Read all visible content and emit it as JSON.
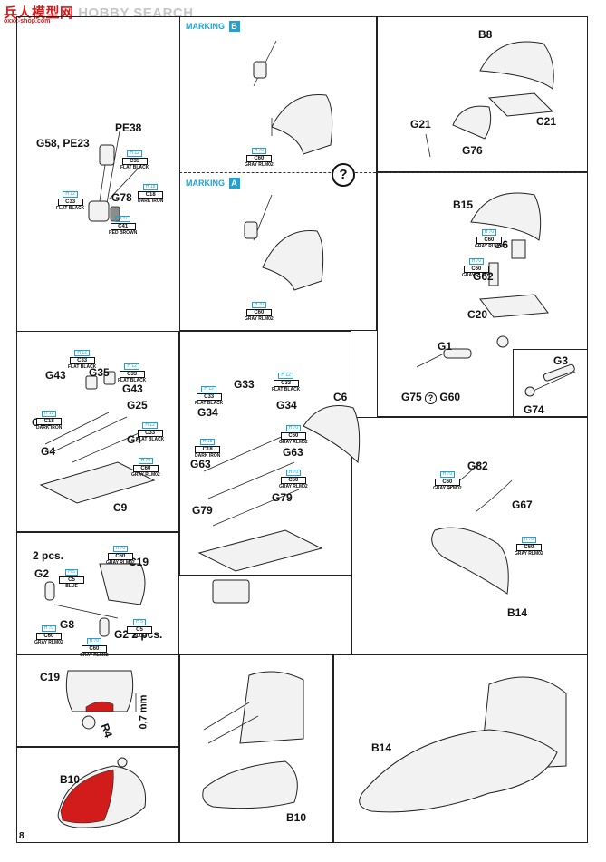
{
  "watermark": {
    "brand_cn": "兵人模型网",
    "brand_en": "HOBBY SEARCH",
    "url": "oxxx-shop.com"
  },
  "page_number": "8",
  "markings": {
    "b": "B",
    "a": "A",
    "prefix": "MARKING"
  },
  "question": "?",
  "parts": {
    "pe38": "PE38",
    "g58": "G58, PE23",
    "g78": "G78",
    "b8": "B8",
    "g21": "G21",
    "g76": "G76",
    "c21": "C21",
    "b15": "B15",
    "g6": "G6",
    "g62": "G62",
    "c20": "C20",
    "g1": "G1",
    "g75": "G75",
    "g60": "G60",
    "g3": "G3",
    "g74": "G74",
    "g43a": "G43",
    "g35": "G35",
    "g43b": "G43",
    "g25a": "G25",
    "g25b": "G25",
    "g4a": "G4",
    "g4b": "G4",
    "c9": "C9",
    "g33": "G33",
    "g34a": "G34",
    "g34b": "G34",
    "c6": "C6",
    "g63a": "G63",
    "g63b": "G63",
    "g79a": "G79",
    "g79b": "G79",
    "g82": "G82",
    "g67": "G67",
    "b14a": "B14",
    "b14b": "B14",
    "pcs2a": "2 pcs.",
    "c19": "C19",
    "g2": "G2",
    "g8": "G8",
    "g2b": "G2  2 pcs.",
    "c19b": "C19",
    "r4": "R4",
    "dim": "0,7 mm",
    "b10a": "B10",
    "b10b": "B10"
  },
  "paints": {
    "c33": {
      "code": "H 12",
      "num": "C33",
      "name": "FLAT BLACK"
    },
    "c18": {
      "code": "H 18",
      "num": "C18",
      "name": "DARK IRON"
    },
    "c41": {
      "code": "H 47",
      "num": "C41",
      "name": "RED BROWN"
    },
    "c60": {
      "code": "H 70",
      "num": "C60",
      "name": "GRAY RLM02"
    },
    "c5": {
      "code": "H 5",
      "num": "C5",
      "name": "BLUE"
    }
  },
  "colors": {
    "accent": "#1fa3d6",
    "red": "#d21b1b",
    "line": "#222222"
  }
}
